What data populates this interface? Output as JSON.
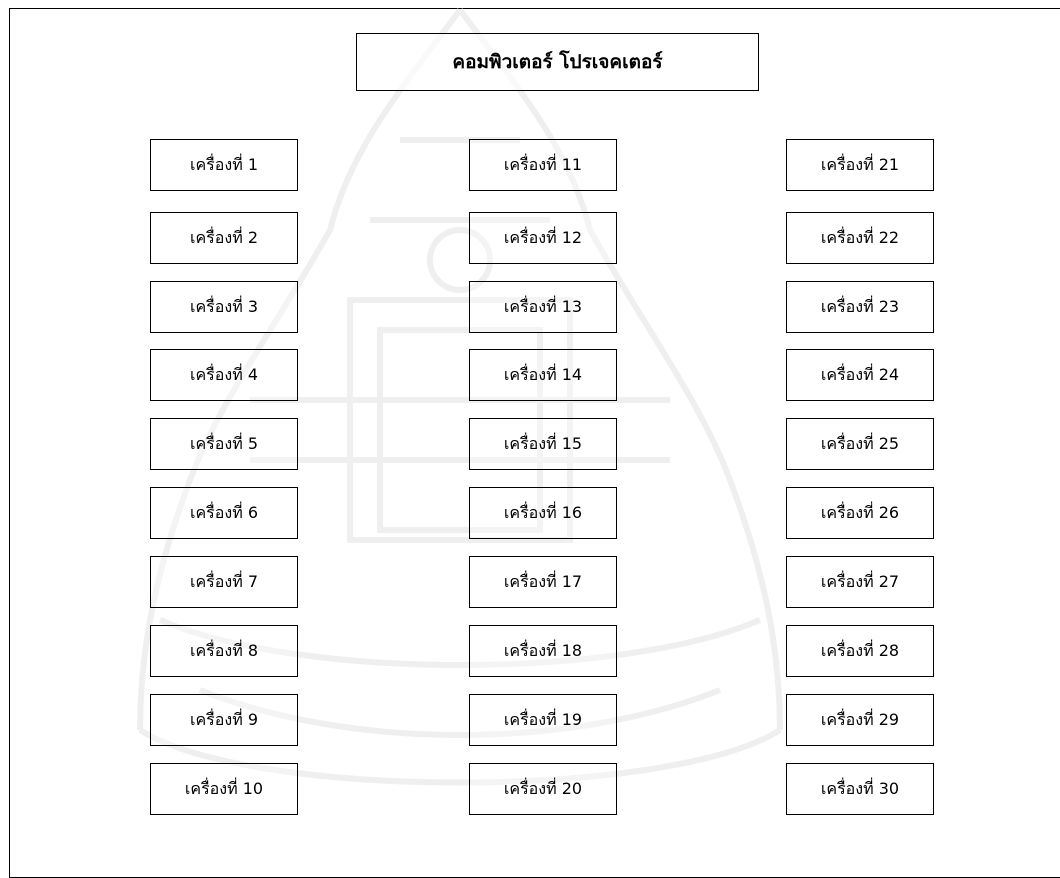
{
  "title": "คอมพิวเตอร์ โปรเจคเตอร์",
  "machines": [
    "เครื่องที่ 1",
    "เครื่องที่ 2",
    "เครื่องที่ 3",
    "เครื่องที่ 4",
    "เครื่องที่ 5",
    "เครื่องที่ 6",
    "เครื่องที่ 7",
    "เครื่องที่ 8",
    "เครื่องที่ 9",
    "เครื่องที่ 10",
    "เครื่องที่ 11",
    "เครื่องที่ 12",
    "เครื่องที่ 13",
    "เครื่องที่ 14",
    "เครื่องที่ 15",
    "เครื่องที่ 16",
    "เครื่องที่ 17",
    "เครื่องที่ 18",
    "เครื่องที่ 19",
    "เครื่องที่ 20",
    "เครื่องที่ 21",
    "เครื่องที่ 22",
    "เครื่องที่ 23",
    "เครื่องที่ 24",
    "เครื่องที่ 25",
    "เครื่องที่ 26",
    "เครื่องที่ 27",
    "เครื่องที่ 28",
    "เครื่องที่ 29",
    "เครื่องที่ 30"
  ]
}
